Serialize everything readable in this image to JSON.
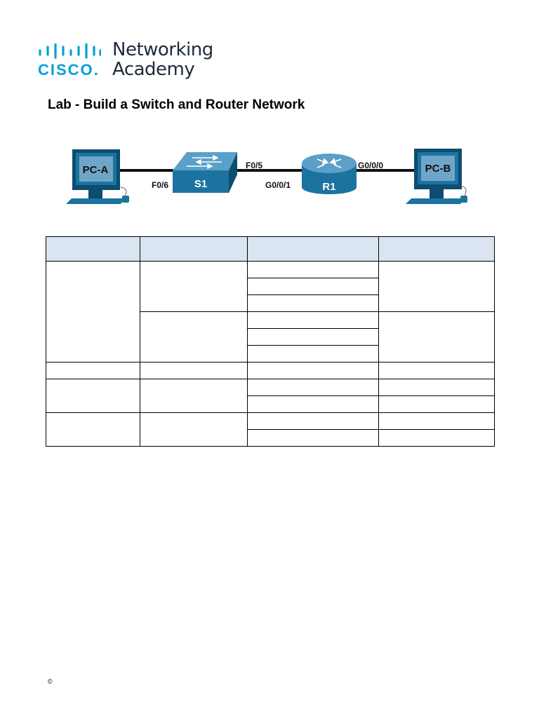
{
  "logo": {
    "brand": "CISCO",
    "period": ".",
    "line1": "Networking",
    "line2": "Academy",
    "color": "#049fd9"
  },
  "title": "Lab - Build a Switch and Router Network",
  "topology": {
    "devices": {
      "pc_a": "PC-A",
      "switch": "S1",
      "router": "R1",
      "pc_b": "PC-B"
    },
    "ports": {
      "s1_f06": "F0/6",
      "s1_f05": "F0/5",
      "r1_g001": "G0/0/1",
      "r1_g000": "G0/0/0"
    },
    "colors": {
      "device": "#1c73a0",
      "device_dark": "#0d4d70",
      "screen": "#6fa6c8"
    }
  },
  "addressing_table": {
    "headers": [
      "",
      "",
      "",
      ""
    ]
  },
  "footer": {
    "mark": "©"
  }
}
